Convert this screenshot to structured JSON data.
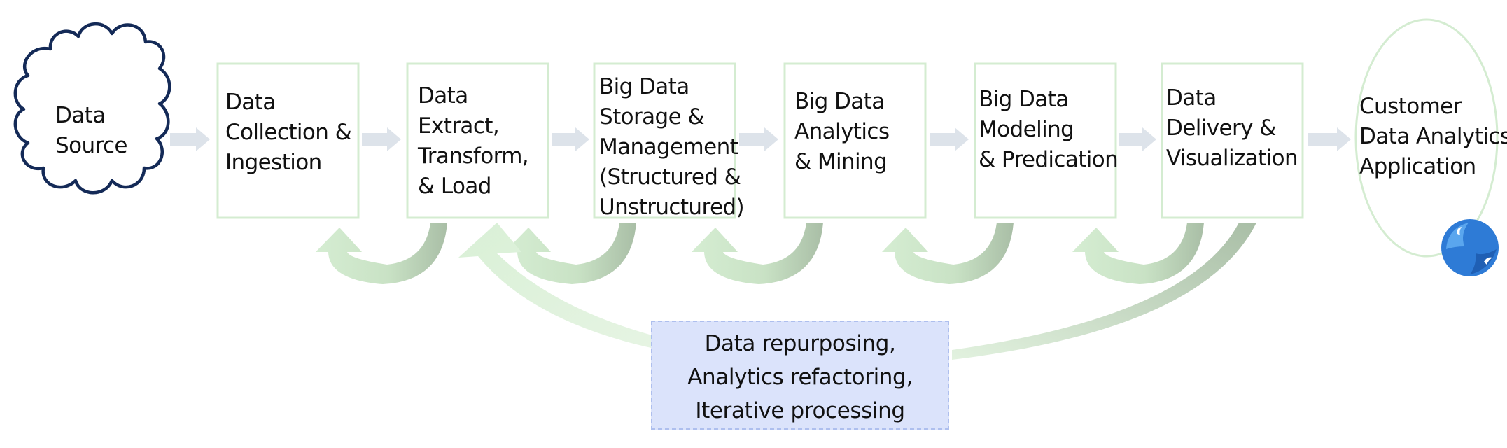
{
  "diagram": {
    "type": "flowchart",
    "source": {
      "lines": [
        "Data",
        "Source"
      ]
    },
    "stages": [
      {
        "lines": [
          "Data",
          "Collection &",
          "Ingestion"
        ]
      },
      {
        "lines": [
          "Data",
          "Extract,",
          "Transform,",
          "& Load"
        ]
      },
      {
        "lines": [
          "Big Data",
          "Storage &",
          "Management",
          "(Structured &",
          "Unstructured)"
        ]
      },
      {
        "lines": [
          "Big Data",
          "Analytics",
          "& Mining"
        ]
      },
      {
        "lines": [
          "Big Data",
          "Modeling",
          "& Predication"
        ]
      },
      {
        "lines": [
          "Data",
          "Delivery &",
          "Visualization"
        ]
      }
    ],
    "target": {
      "lines": [
        "Customer",
        "Data Analytics",
        "Application"
      ]
    },
    "feedback": {
      "lines": [
        "Data repurposing,",
        "Analytics refactoring,",
        "Iterative processing"
      ]
    }
  },
  "colors": {
    "box_border": "#d4ecd1",
    "arrow": "#dde3ea",
    "loop_light": "#d5edd2",
    "loop_dark": "#a9bea6",
    "cloud_stroke": "#142a57",
    "feedback_fill": "#dbe3fb",
    "feedback_border": "#aebfee",
    "badge": "#2e7bd6"
  }
}
